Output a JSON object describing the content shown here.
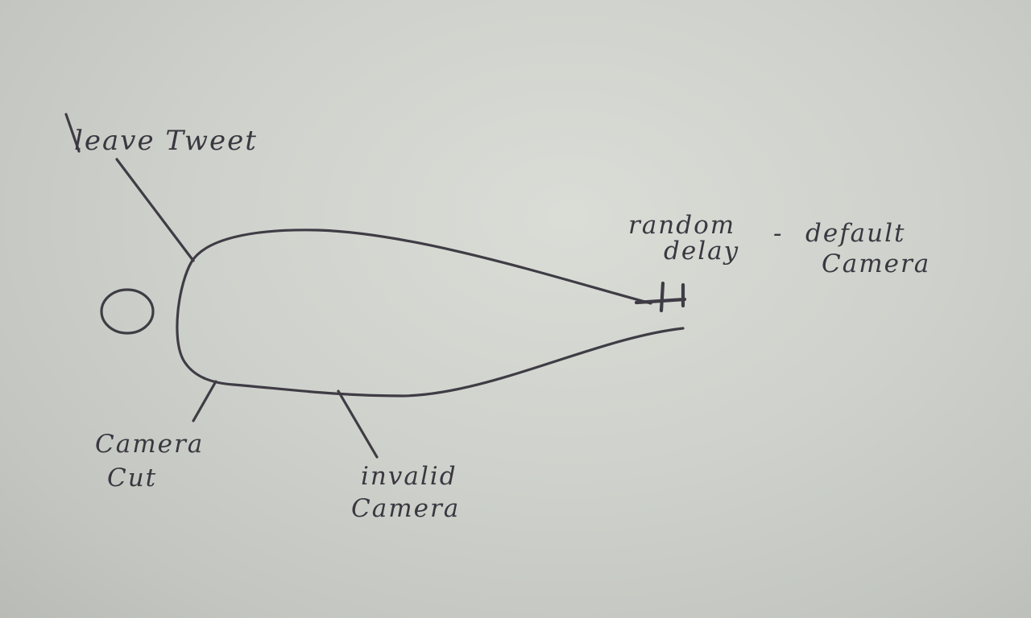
{
  "labels": {
    "leave_tweet": "leave Tweet",
    "camera_cut_1": "Camera",
    "camera_cut_2": "Cut",
    "invalid_1": "invalid",
    "invalid_2": "Camera",
    "random_1": "random",
    "random_2": "delay",
    "dash": "-",
    "default_1": "default",
    "default_2": "Camera"
  },
  "colors": {
    "paper": "#d2d4cf",
    "ink": "#3f3c45"
  }
}
